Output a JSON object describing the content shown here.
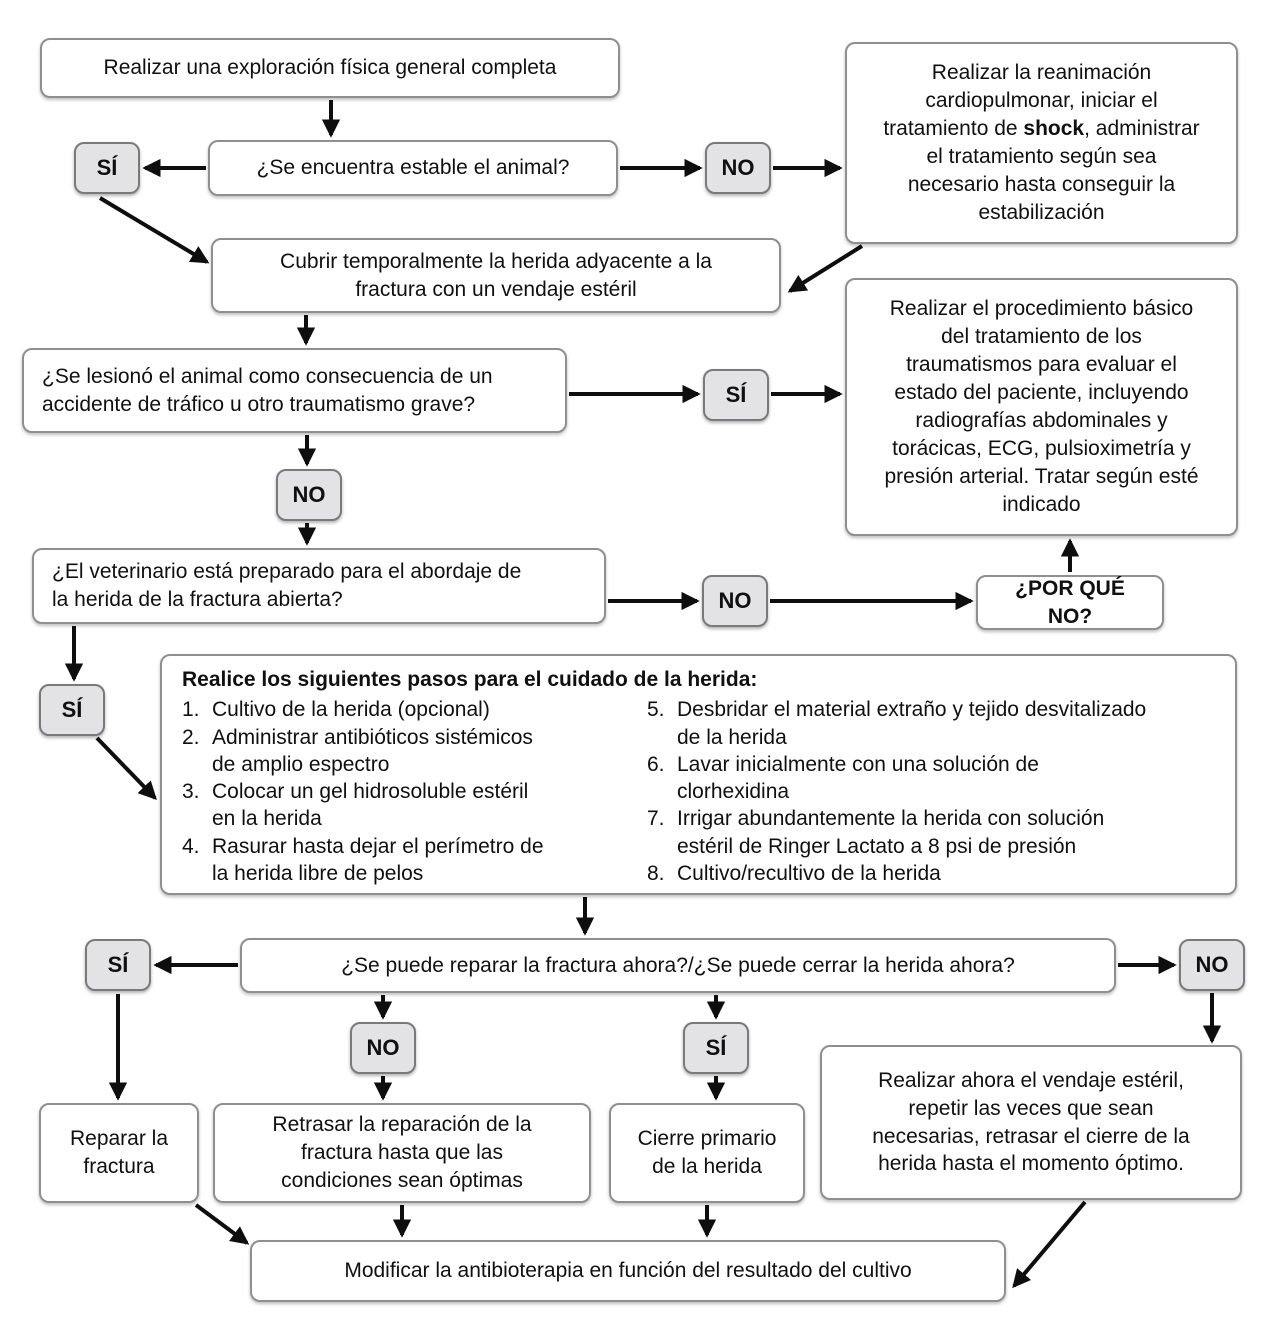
{
  "flowchart": {
    "badge_si": "SÍ",
    "badge_no": "NO",
    "nodes": {
      "exploracion": "Realizar una exploración física general completa",
      "estable": "¿Se encuentra estable el animal?",
      "reanimacion_before": "Realizar la reanimación cardiopulmonar, iniciar el tratamiento de ",
      "reanimacion_bold": "shock",
      "reanimacion_after": ", administrar el tratamiento según sea necesario hasta conseguir la estabilización",
      "cubrir": "Cubrir temporalmente la herida adyacente a la fractura con un vendaje estéril",
      "accidente": "¿Se lesionó el animal como consecuencia de un accidente de tráfico u otro traumatismo grave?",
      "procedimiento": "Realizar el procedimiento básico del tratamiento de los traumatismos para evaluar el estado del paciente, incluyendo radiografías abdominales y torácicas, ECG, pulsioximetría y presión arterial. Tratar según esté indicado",
      "preparado": "¿El veterinario está preparado para el abordaje de la herida de la fractura abierta?",
      "por_que_no": "¿POR QUÉ NO?",
      "reparar_pregunta": "¿Se puede reparar la fractura ahora?/¿Se puede cerrar la herida ahora?",
      "reparar": "Reparar la fractura",
      "retrasar": "Retrasar la reparación de la fractura hasta que las condiciones sean óptimas",
      "cierre": "Cierre primario de la herida",
      "vendaje": "Realizar ahora el vendaje estéril, repetir las veces que sean necesarias, retrasar el cierre de la herida hasta el momento óptimo.",
      "modificar": "Modificar la antibioterapia en función del resultado del cultivo"
    },
    "pasos": {
      "title": "Realice los siguientes pasos para el cuidado de la herida:",
      "left": [
        {
          "num": "1.",
          "text": "Cultivo de la herida (opcional)"
        },
        {
          "num": "2.",
          "text": "Administrar antibióticos sistémicos de amplio espectro"
        },
        {
          "num": "3.",
          "text": "Colocar un gel hidrosoluble estéril en la herida"
        },
        {
          "num": "4.",
          "text": "Rasurar hasta dejar el perímetro de la herida libre de pelos"
        }
      ],
      "right": [
        {
          "num": "5.",
          "text": "Desbridar el material extraño y tejido desvitalizado de la herida"
        },
        {
          "num": "6.",
          "text": "Lavar inicialmente con una solución de clorhexidina"
        },
        {
          "num": "7.",
          "text": "Irrigar abundantemente la herida con solución estéril de Ringer Lactato a 8 psi de presión"
        },
        {
          "num": "8.",
          "text": "Cultivo/recultivo de la herida"
        }
      ]
    },
    "colors": {
      "background": "#ffffff",
      "box_fill": "#ffffff",
      "box_border": "#8f8f8f",
      "badge_fill": "#e3e3e5",
      "badge_border": "#7a7a7a",
      "arrow": "#0e0e0e",
      "text": "#101010"
    }
  }
}
